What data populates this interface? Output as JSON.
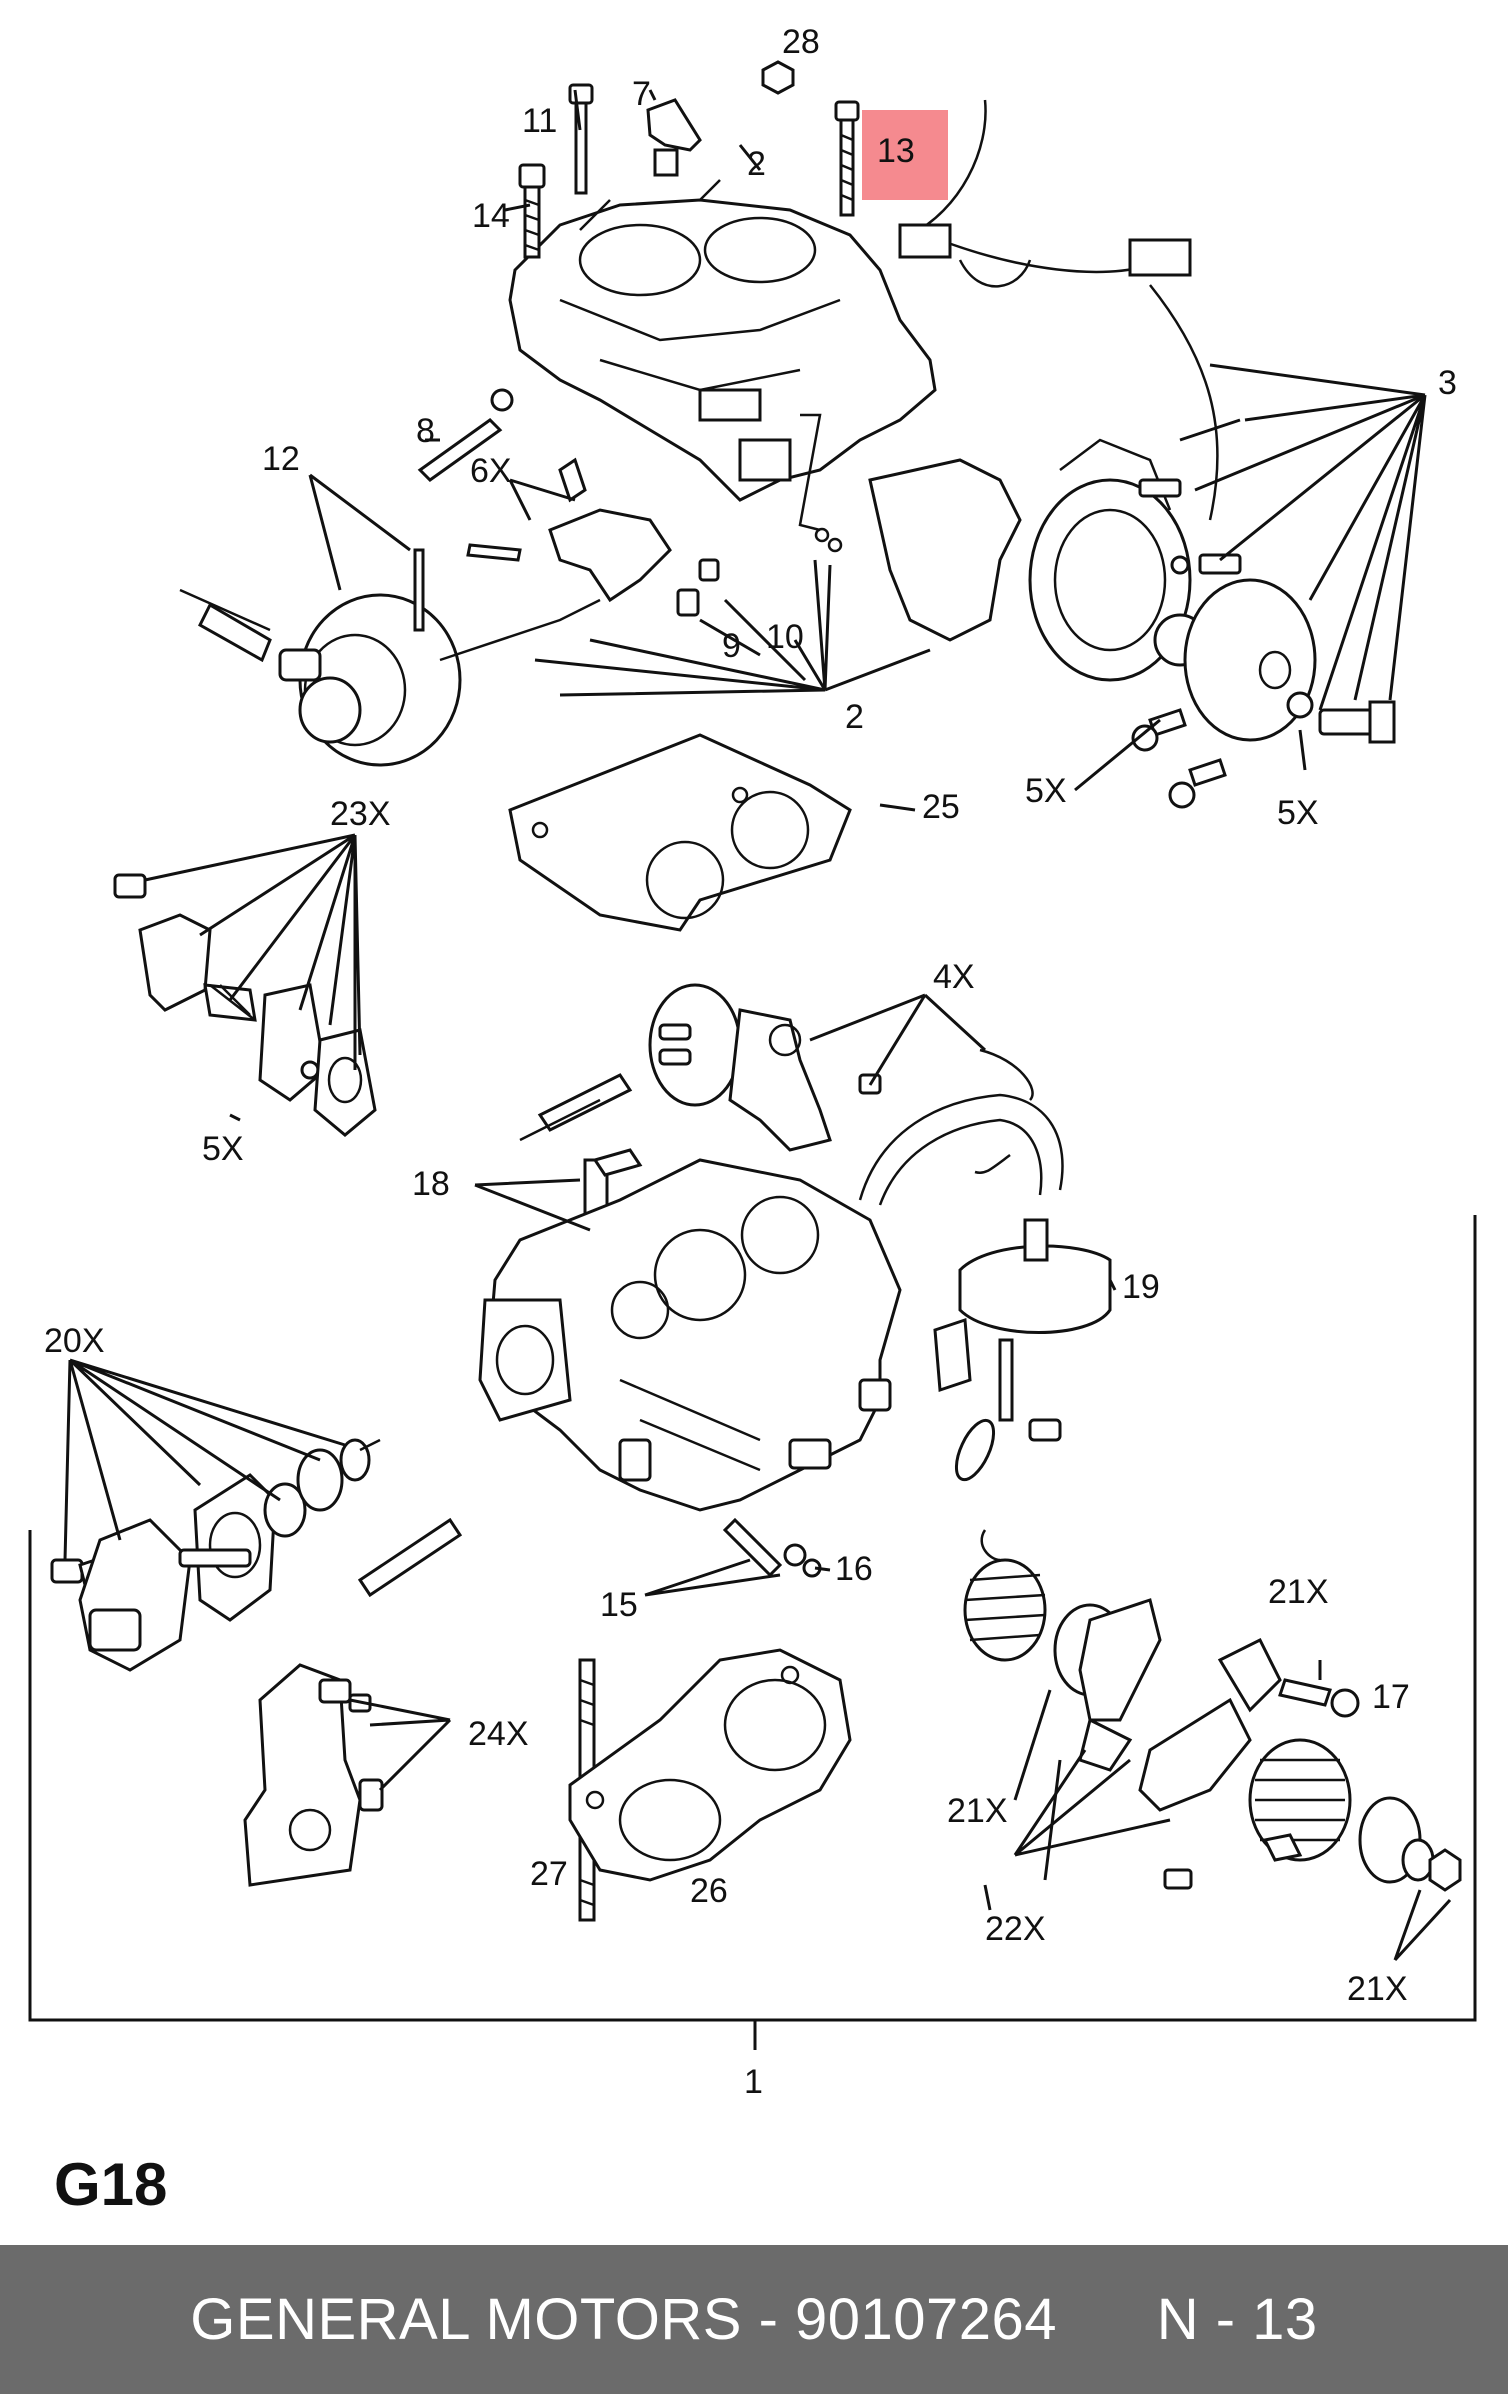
{
  "diagram": {
    "sheet_code": "G18",
    "highlight_color": "#f58a8f",
    "highlighted_label": "13",
    "callouts": {
      "c28": "28",
      "c11": "11",
      "c7": "7",
      "c2a": "2",
      "c13": "13",
      "c14": "14",
      "c3": "3",
      "c8": "8",
      "c12": "12",
      "c6x": "6X",
      "c9": "9",
      "c10": "10",
      "c2b": "2",
      "c25": "25",
      "c5xa": "5X",
      "c5xb": "5X",
      "c23x": "23X",
      "c5xc": "5X",
      "c4x": "4X",
      "c18": "18",
      "c19": "19",
      "c20x": "20X",
      "c15": "15",
      "c16": "16",
      "c21xa": "21X",
      "c17": "17",
      "c24x": "24X",
      "c21xb": "21X",
      "c27": "27",
      "c26": "26",
      "c22x": "22X",
      "c21xc": "21X",
      "c1": "1"
    }
  },
  "footer": {
    "text": "GENERAL MOTORS - 90107264      N - 13",
    "background": "#6b6b6b"
  }
}
